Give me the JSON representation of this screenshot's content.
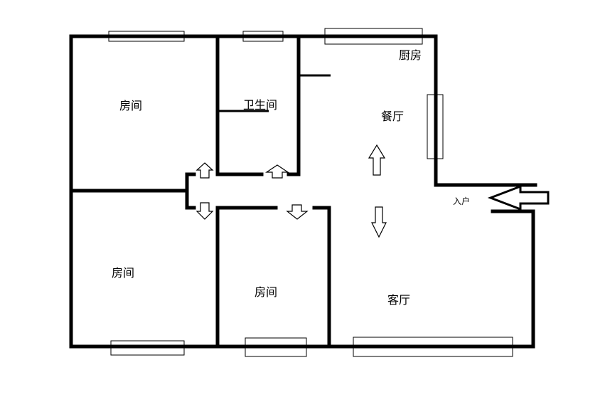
{
  "rooms": {
    "bedroom_top_left": "房间",
    "bathroom": "卫生间",
    "kitchen": "厨房",
    "dining": "餐厅",
    "bedroom_bottom_left": "房间",
    "bedroom_bottom_middle": "房间",
    "living": "客厅",
    "entrance": "入户"
  }
}
